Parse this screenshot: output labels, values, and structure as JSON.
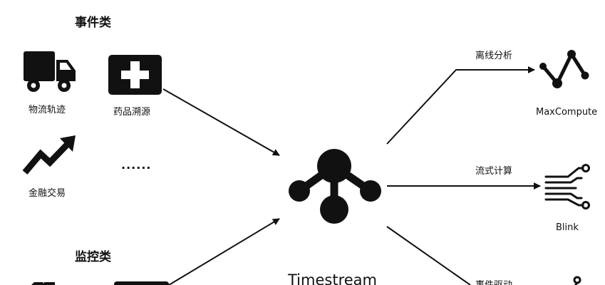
{
  "sections": {
    "events": {
      "heading": "事件类"
    },
    "monitoring": {
      "heading": "监控类"
    }
  },
  "sources": [
    {
      "label": "物流轨迹",
      "icon": "truck-icon"
    },
    {
      "label": "药品溯源",
      "icon": "medical-cross-icon"
    },
    {
      "label": "金融交易",
      "icon": "trend-up-arrow-icon"
    },
    {
      "label": "......",
      "icon": "ellipsis"
    }
  ],
  "center": {
    "title": "Timestream",
    "icon": "timestream-node-graph-icon"
  },
  "outputs": [
    {
      "edge_label": "离线分析",
      "target": "MaxCompute",
      "icon": "zigzag-nodes-icon"
    },
    {
      "edge_label": "流式计算",
      "target": "Blink",
      "icon": "circuit-lines-icon"
    },
    {
      "edge_label": "事件驱动",
      "target": "",
      "icon": "hook-node-icon"
    }
  ],
  "colors": {
    "ink": "#111111",
    "background": "#ffffff"
  }
}
